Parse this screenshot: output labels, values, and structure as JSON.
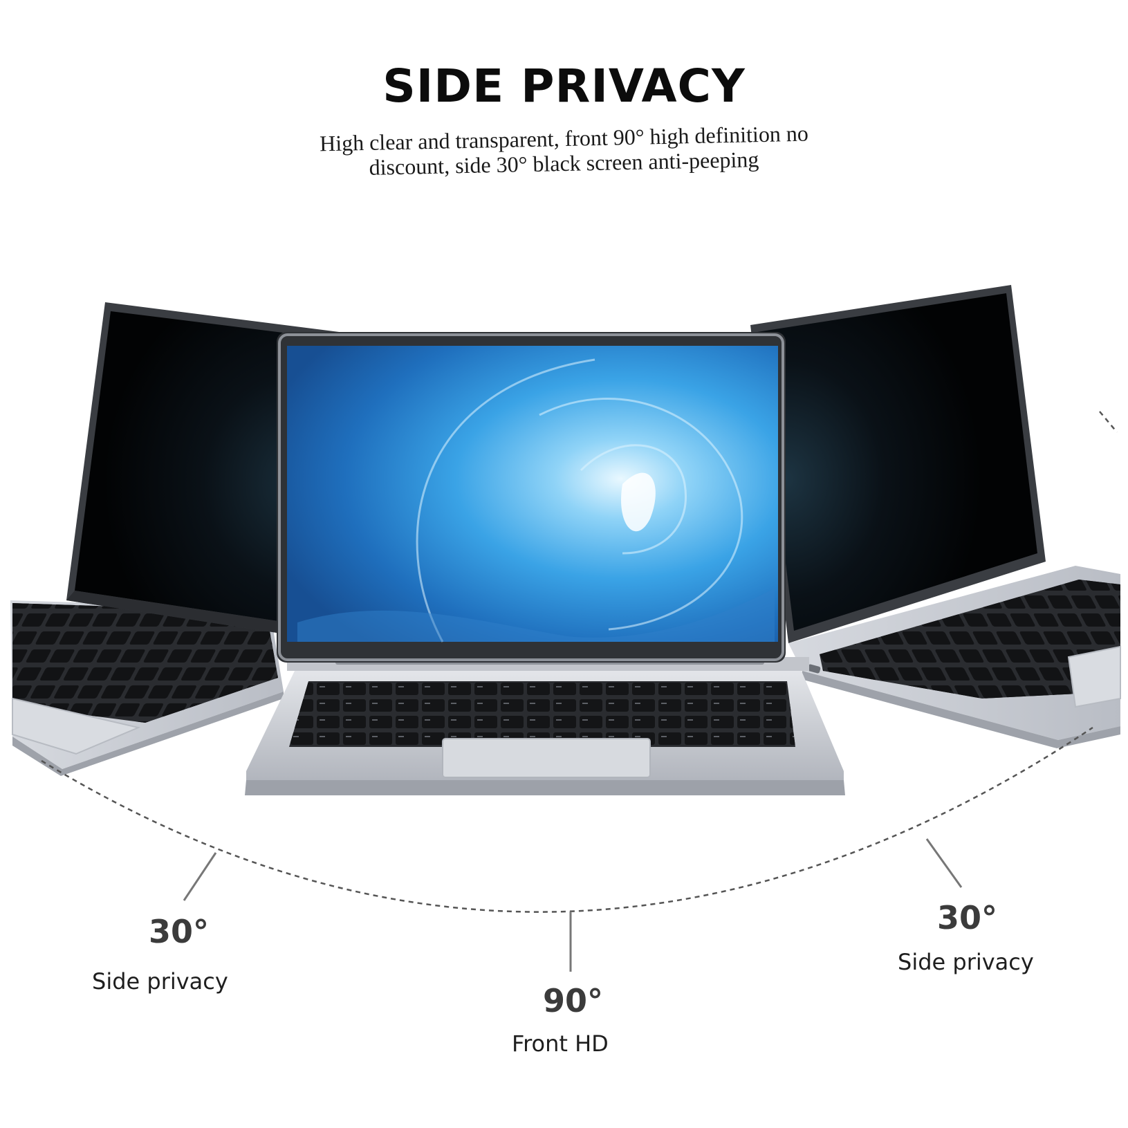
{
  "header": {
    "title": "SIDE PRIVACY",
    "subtitle_line1": "High clear and transparent, front 90° high definition no",
    "subtitle_line2": "discount, side 30° black screen anti-peeping"
  },
  "angles": {
    "left": {
      "degree": "30°",
      "caption": "Side privacy"
    },
    "center": {
      "degree": "90°",
      "caption": "Front HD"
    },
    "right": {
      "degree": "30°",
      "caption": "Side privacy"
    }
  },
  "colors": {
    "screen_blue": "#2a8ed8",
    "privacy_black": "#050608",
    "laptop_silver": "#c9ccd3",
    "key_black": "#111214",
    "dash_gray": "#555555"
  }
}
